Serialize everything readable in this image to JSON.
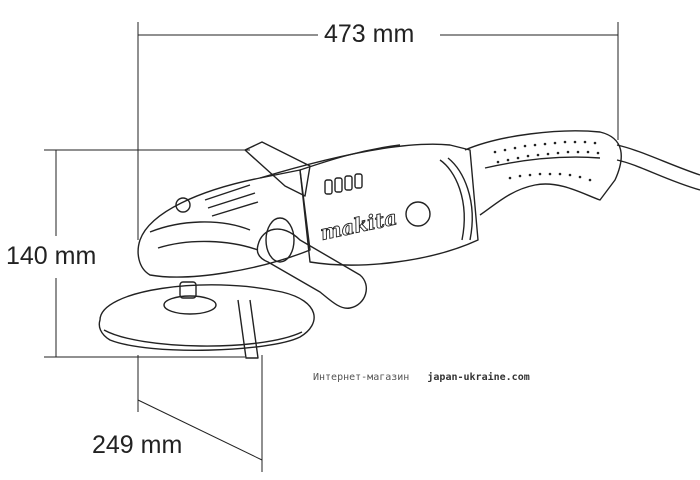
{
  "dimensions": {
    "length": "473 mm",
    "height": "140 mm",
    "depth": "249 mm"
  },
  "brand": "makita",
  "watermark": {
    "prefix": "Интернет-магазин",
    "site": "japan-ukraine.com"
  },
  "colors": {
    "line": "#222222",
    "text": "#222222",
    "background": "#ffffff"
  }
}
